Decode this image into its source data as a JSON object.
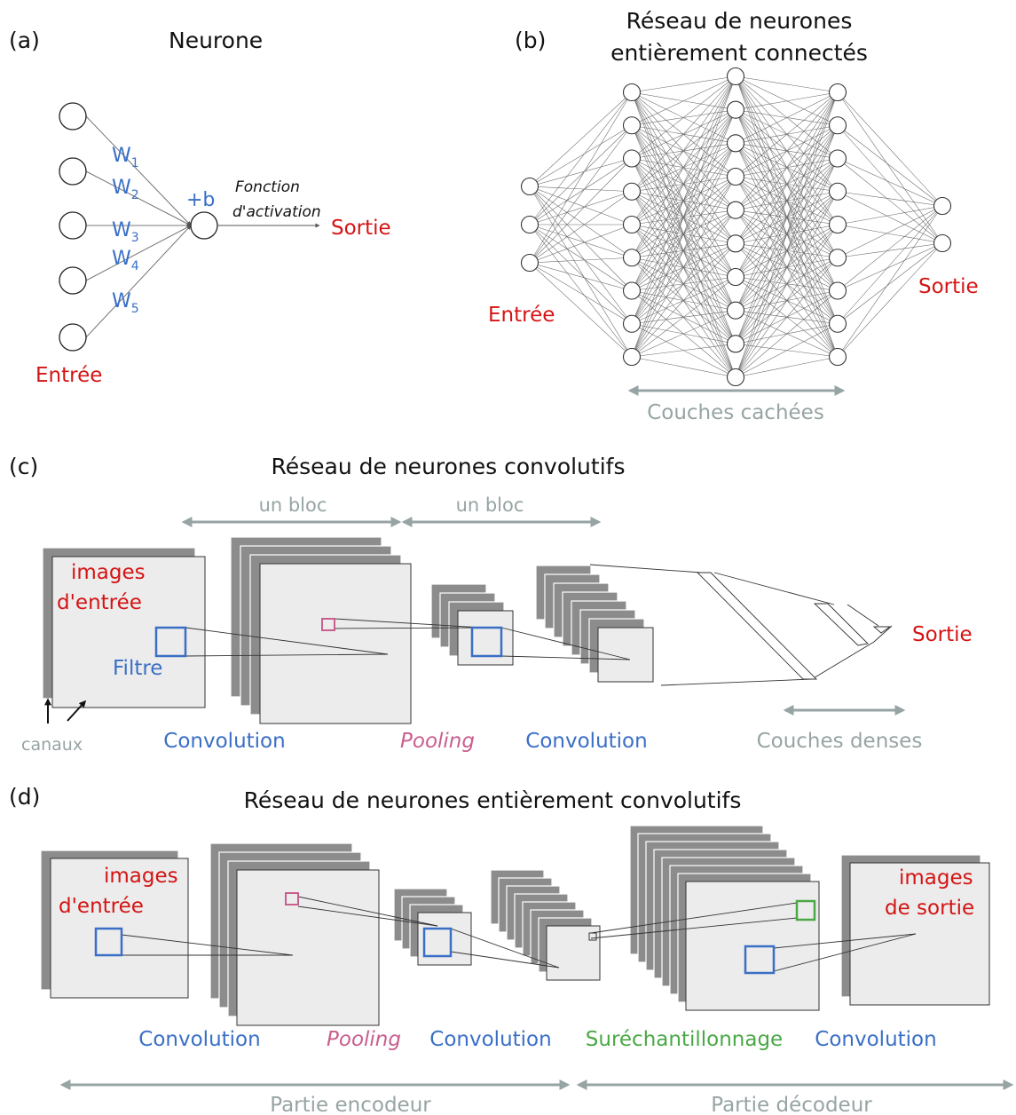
{
  "colors": {
    "red": "#d41414",
    "blue": "#3a6fc6",
    "pink": "#c95e8f",
    "green": "#4aa846",
    "gray": "#97a4a4",
    "black": "#111111",
    "layer_dark": "#8c8c8c",
    "layer_light": "#ececec"
  },
  "panel_a": {
    "label": "(a)",
    "title": "Neurone",
    "weights": [
      {
        "w": "W",
        "sub": "1"
      },
      {
        "w": "W",
        "sub": "2"
      },
      {
        "w": "W",
        "sub": "3"
      },
      {
        "w": "W",
        "sub": "4"
      },
      {
        "w": "W",
        "sub": "5"
      }
    ],
    "bias": "+b",
    "activation_line1": "Fonction",
    "activation_line2": "d'activation",
    "output": "Sortie",
    "input": "Entrée"
  },
  "panel_b": {
    "label": "(b)",
    "title_line1": "Réseau de neurones",
    "title_line2": "entièrement connectés",
    "input": "Entrée",
    "output": "Sortie",
    "hidden": "Couches cachées"
  },
  "panel_c": {
    "label": "(c)",
    "title": "Réseau de neurones convolutifs",
    "block1": "un bloc",
    "block2": "un bloc",
    "input_line1": "images",
    "input_line2": "d'entrée",
    "filter": "Filtre",
    "channels": "canaux",
    "conv1": "Convolution",
    "pooling": "Pooling",
    "conv2": "Convolution",
    "dense": "Couches denses",
    "output": "Sortie"
  },
  "panel_d": {
    "label": "(d)",
    "title": "Réseau de neurones entièrement convolutifs",
    "input_line1": "images",
    "input_line2": "d'entrée",
    "output_line1": "images",
    "output_line2": "de sortie",
    "conv1": "Convolution",
    "pooling": "Pooling",
    "conv2": "Convolution",
    "upsampling": "Suréchantillonnage",
    "conv3": "Convolution",
    "encoder": "Partie encodeur",
    "decoder": "Partie décodeur"
  }
}
